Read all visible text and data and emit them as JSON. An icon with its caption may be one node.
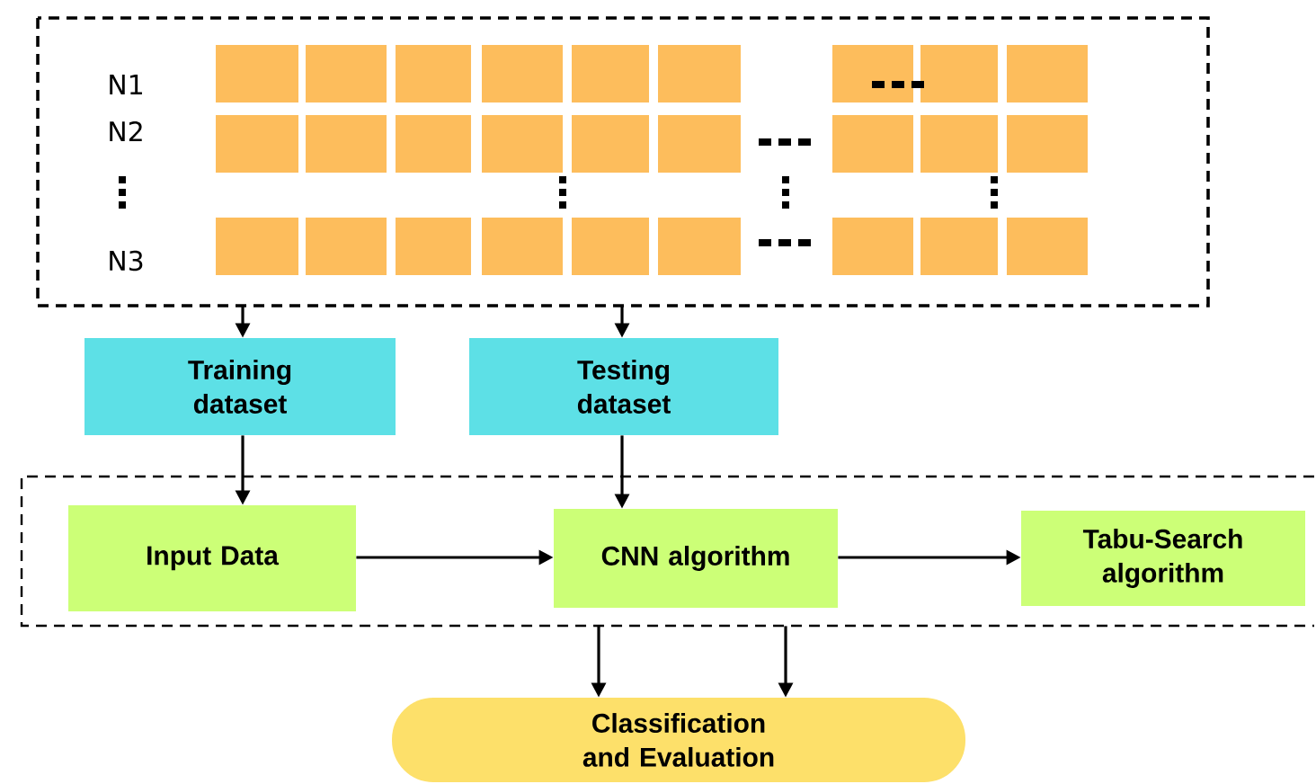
{
  "diagram": {
    "nodes": [
      {
        "text": [],
        "shape": "box"
      },
      {
        "text": [
          "Training dataset"
        ]
      },
      {
        "text": [
          "Testing dataset"
        ]
      },
      {
        "text": [],
        "shape": "box"
      },
      {
        "text": [
          "Input Data"
        ],
        "in": 3
      },
      {
        "text": [
          "CNN algorithm"
        ],
        "in": 3
      },
      {
        "text": [
          "Tabu-Search algorithm"
        ],
        "in": 3
      },
      {
        "text": [
          "Classification and Evaluation"
        ]
      }
    ],
    "edges": [
      {
        "from": 0,
        "to": 1,
        "arrow": "to"
      },
      {
        "from": 0,
        "to": 2,
        "arrow": "to"
      },
      {
        "from": 1,
        "to": 4,
        "arrow": "to"
      },
      {
        "from": 2,
        "to": 5,
        "arrow": "to"
      },
      {
        "from": 4,
        "to": 5,
        "arrow": "to"
      },
      {
        "from": 5,
        "to": 6,
        "arrow": "to"
      },
      {
        "from": 3,
        "to": 7,
        "arrow": "to"
      },
      {
        "from": 3,
        "to": 7,
        "arrow": "to"
      }
    ],
    "labels": [
      "N1",
      "N2",
      "N3"
    ]
  }
}
